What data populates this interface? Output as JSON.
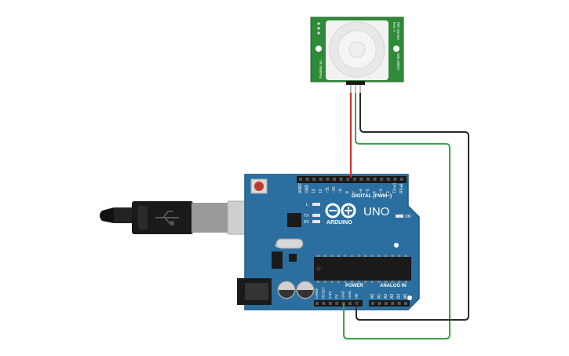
{
  "pir_sensor": {
    "title_line1": "PIR Sensor",
    "title_line2": "Rev. A",
    "part_number": "555-28027",
    "brand": "Parallax Inc."
  },
  "arduino": {
    "logo_text": "ARDUINO",
    "model": "UNO",
    "digital_label": "DIGITAL (PWM~)",
    "power_label": "POWER",
    "analog_label": "ANALOG IN",
    "on_label": "ON",
    "led_l": "L",
    "led_tx": "TX",
    "led_rx": "RX",
    "digital_pins": [
      "AREF",
      "GND",
      "13",
      "12",
      "~11",
      "~10",
      "~9",
      "8",
      "7",
      "~6",
      "~5",
      "4",
      "~3",
      "2",
      "TX➔1",
      "RX◂0"
    ],
    "power_pins": [
      "IOREF",
      "RESET",
      "3.3V",
      "5V",
      "GND",
      "GND",
      "Vin"
    ],
    "analog_pins": [
      "A0",
      "A1",
      "A2",
      "A3",
      "A4",
      "A5"
    ]
  },
  "colors": {
    "board": "#2b6fa0",
    "pir_pcb": "#2f8a3a",
    "wire_red": "#d62c2c",
    "wire_green": "#3aa64a",
    "wire_black": "#2a2a2a"
  }
}
